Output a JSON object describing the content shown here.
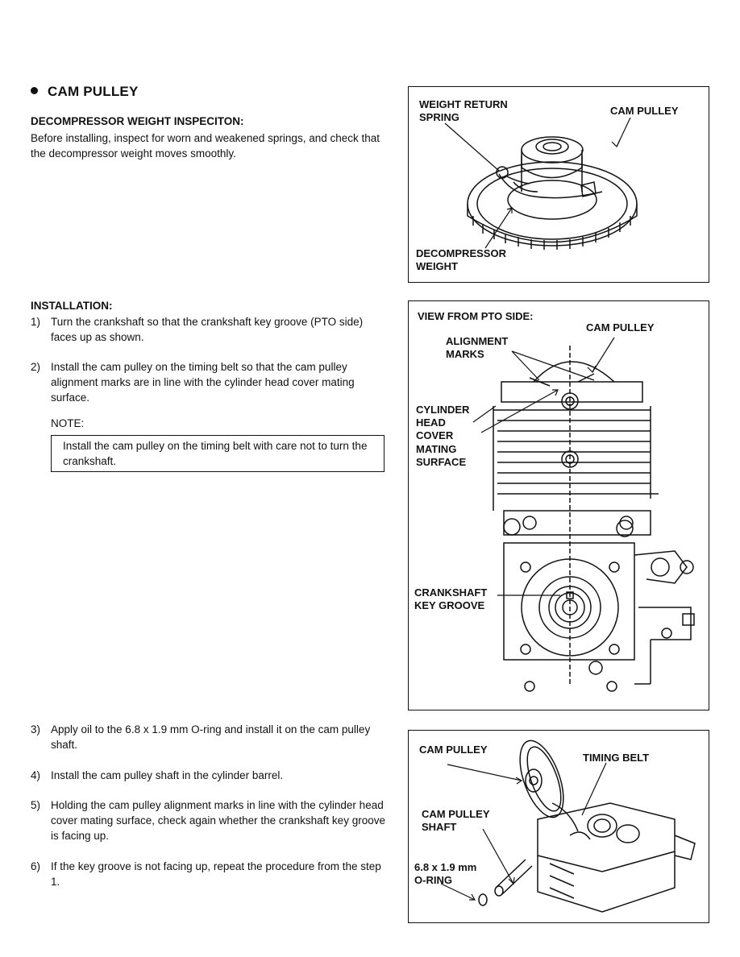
{
  "heading": "CAM PULLEY",
  "inspection": {
    "title": "DECOMPRESSOR WEIGHT INSPECITON:",
    "body": "Before installing, inspect for worn and weakened springs, and check that the decompressor weight moves smoothly."
  },
  "installation": {
    "title": "INSTALLATION:",
    "steps": [
      {
        "num": "1)",
        "text": "Turn the crankshaft so that the crankshaft key groove (PTO side) faces up as shown."
      },
      {
        "num": "2)",
        "text": "Install the cam pulley on the timing belt so that the cam pulley alignment marks are in line with the cylinder head cover mating surface."
      },
      {
        "num": "3)",
        "text": "Apply oil to the 6.8 x 1.9 mm O-ring and install it on the cam pulley shaft."
      },
      {
        "num": "4)",
        "text": "Install the cam pulley shaft in the cylinder barrel."
      },
      {
        "num": "5)",
        "text": "Holding the cam pulley alignment marks in line with the cylinder head cover mating surface, check again whether the crankshaft key groove is facing up."
      },
      {
        "num": "6)",
        "text": "If the key groove is not facing up, repeat the procedure from the step 1."
      }
    ],
    "note_label": "NOTE:",
    "note_text": "Install the cam pulley on the timing belt with care not to turn the crankshaft."
  },
  "figures": {
    "fig1": {
      "weight_return_spring_1": "WEIGHT RETURN",
      "weight_return_spring_2": "SPRING",
      "cam_pulley": "CAM PULLEY",
      "decompressor_weight_1": "DECOMPRESSOR",
      "decompressor_weight_2": "WEIGHT"
    },
    "fig2": {
      "view": "VIEW FROM PTO SIDE:",
      "cam_pulley": "CAM PULLEY",
      "alignment_1": "ALIGNMENT",
      "alignment_2": "MARKS",
      "cyl_1": "CYLINDER",
      "cyl_2": "HEAD",
      "cyl_3": "COVER",
      "cyl_4": "MATING",
      "cyl_5": "SURFACE",
      "crank_1": "CRANKSHAFT",
      "crank_2": "KEY GROOVE"
    },
    "fig3": {
      "cam_pulley": "CAM PULLEY",
      "timing_belt": "TIMING BELT",
      "shaft_1": "CAM PULLEY",
      "shaft_2": "SHAFT",
      "oring_1": "6.8 x 1.9 mm",
      "oring_2": "O-RING"
    }
  }
}
